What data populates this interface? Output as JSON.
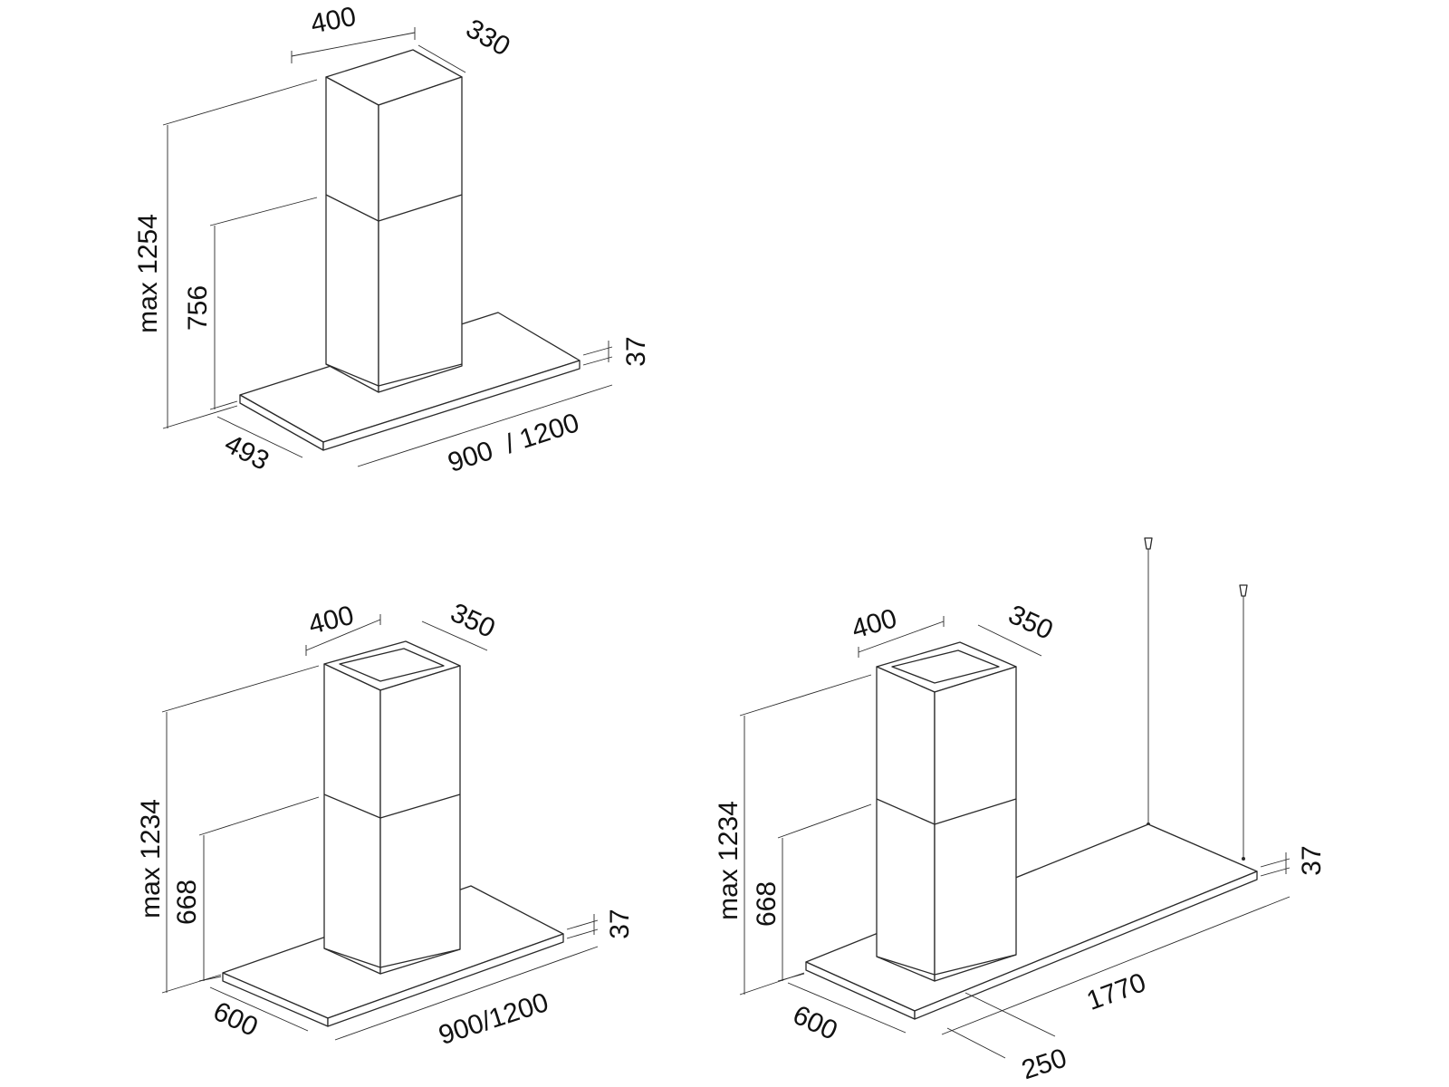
{
  "colors": {
    "line": "#2a2a2a",
    "text": "#111111",
    "background": "#ffffff"
  },
  "diagram_a": {
    "chimney_width": "400",
    "chimney_depth": "330",
    "max_height": "max 1254",
    "min_height": "756",
    "canopy_thickness": "37",
    "canopy_depth": "493",
    "canopy_width": "900  / 1200"
  },
  "diagram_b": {
    "chimney_width": "400",
    "chimney_depth": "350",
    "max_height": "max 1234",
    "min_height": "668",
    "canopy_thickness": "37",
    "canopy_depth": "600",
    "canopy_width": "900/1200"
  },
  "diagram_c": {
    "chimney_width": "400",
    "chimney_depth": "350",
    "max_height": "max 1234",
    "min_height": "668",
    "canopy_thickness": "37",
    "canopy_depth": "600",
    "canopy_width": "1770",
    "chimney_offset": "250"
  }
}
